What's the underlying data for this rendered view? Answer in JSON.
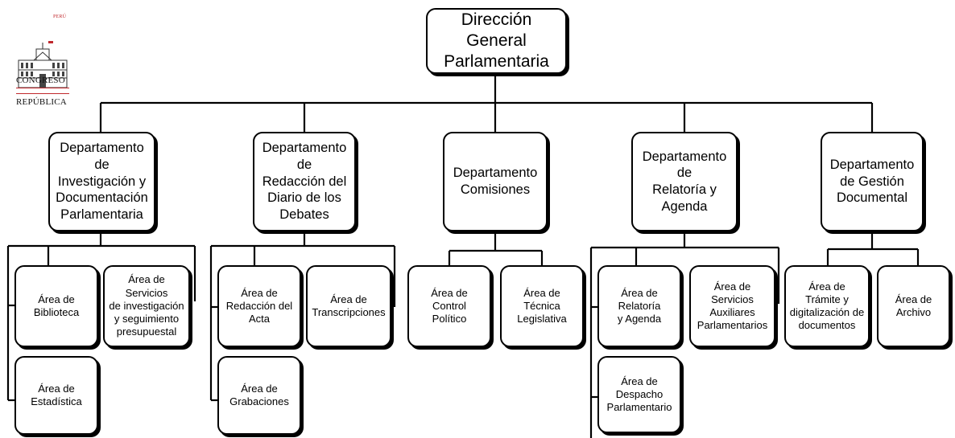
{
  "logo": {
    "country": "PERÚ",
    "line1": "CONGRESO",
    "line2": "REPÚBLICA",
    "icon": "congress-building-icon"
  },
  "root": {
    "label": "Dirección General\nParlamentaria"
  },
  "departments": [
    {
      "label": "Departamento de\nInvestigación y\nDocumentación\nParlamentaria",
      "areas": [
        "Área de\nBiblioteca",
        "Área de Servicios\nde investigación\ny seguimiento\npresupuestal",
        "Área de\nEstadística"
      ]
    },
    {
      "label": "Departamento de\nRedacción del\nDiario de los\nDebates",
      "areas": [
        "Área de\nRedacción del\nActa",
        "Área de\nTranscripciones",
        "Área de\nGrabaciones"
      ]
    },
    {
      "label": "Departamento\nComisiones",
      "areas": [
        "Área de\nControl\nPolítico",
        "Área de\nTécnica\nLegislativa"
      ]
    },
    {
      "label": "Departamento de\nRelatoría y\nAgenda",
      "areas": [
        "Área de\nRelatoría\ny Agenda",
        "Área de\nServicios\nAuxiliares\nParlamentarios",
        "Área de\nDespacho\nParlamentario"
      ]
    },
    {
      "label": "Departamento\nde Gestión\nDocumental",
      "areas": [
        "Área de\nTrámite y\ndigitalización de\ndocumentos",
        "Área de\nArchivo"
      ]
    }
  ]
}
